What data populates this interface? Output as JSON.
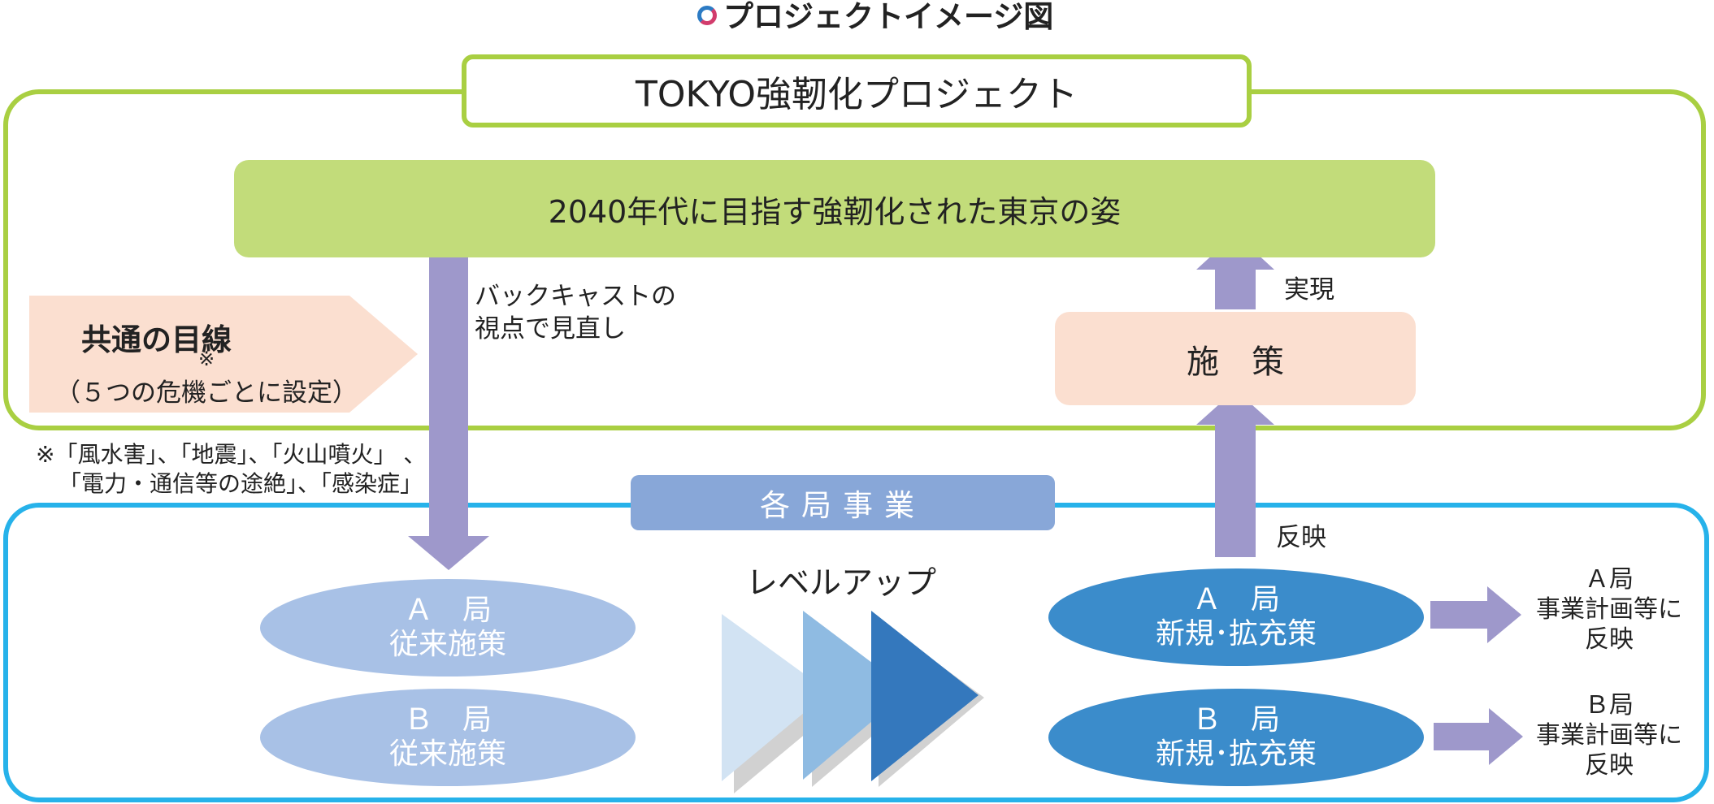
{
  "title": "プロジェクトイメージ図",
  "project": "TOKYO強靭化プロジェクト",
  "vision": "2040年代に目指す強靭化された東京の姿",
  "goal": {
    "label": "共通の目線",
    "mark": "※",
    "sub": "（５つの危機ごとに設定）"
  },
  "note": {
    "line1": "※「風水害」、「地震」、「火山噴火」 、",
    "line2": "「電力・通信等の途絶」、「感染症」"
  },
  "backcast": {
    "line1": "バックキャストの",
    "line2": "視点で見直し"
  },
  "measure": "施　策",
  "realize": "実現",
  "reflect": "反映",
  "departments": "各局事業",
  "level_up": "レベルアップ",
  "current": [
    {
      "dept": "Ａ　局",
      "label": "従来施策"
    },
    {
      "dept": "Ｂ　局",
      "label": "従来施策"
    }
  ],
  "new": [
    {
      "dept": "Ａ　局",
      "label": "新規･拡充策"
    },
    {
      "dept": "Ｂ　局",
      "label": "新規･拡充策"
    }
  ],
  "results": [
    {
      "line1": "Ａ局",
      "line2": "事業計画等に",
      "line3": "反映"
    },
    {
      "line1": "Ｂ局",
      "line2": "事業計画等に",
      "line3": "反映"
    }
  ],
  "colors": {
    "green_frame": "#a9cf42",
    "vision_fill": "#c2dc7a",
    "blue_frame": "#26b2ea",
    "arrow_purple": "#9e98cb",
    "peach": "#fbdfd0",
    "dept_fill": "#88a7d8",
    "ellipse_light": "#a8c1e6",
    "ellipse_dark": "#3b8ccb",
    "chevron_light": "#d2e3f3",
    "chevron_mid": "#8fbbe2",
    "chevron_dark": "#3478bd"
  }
}
